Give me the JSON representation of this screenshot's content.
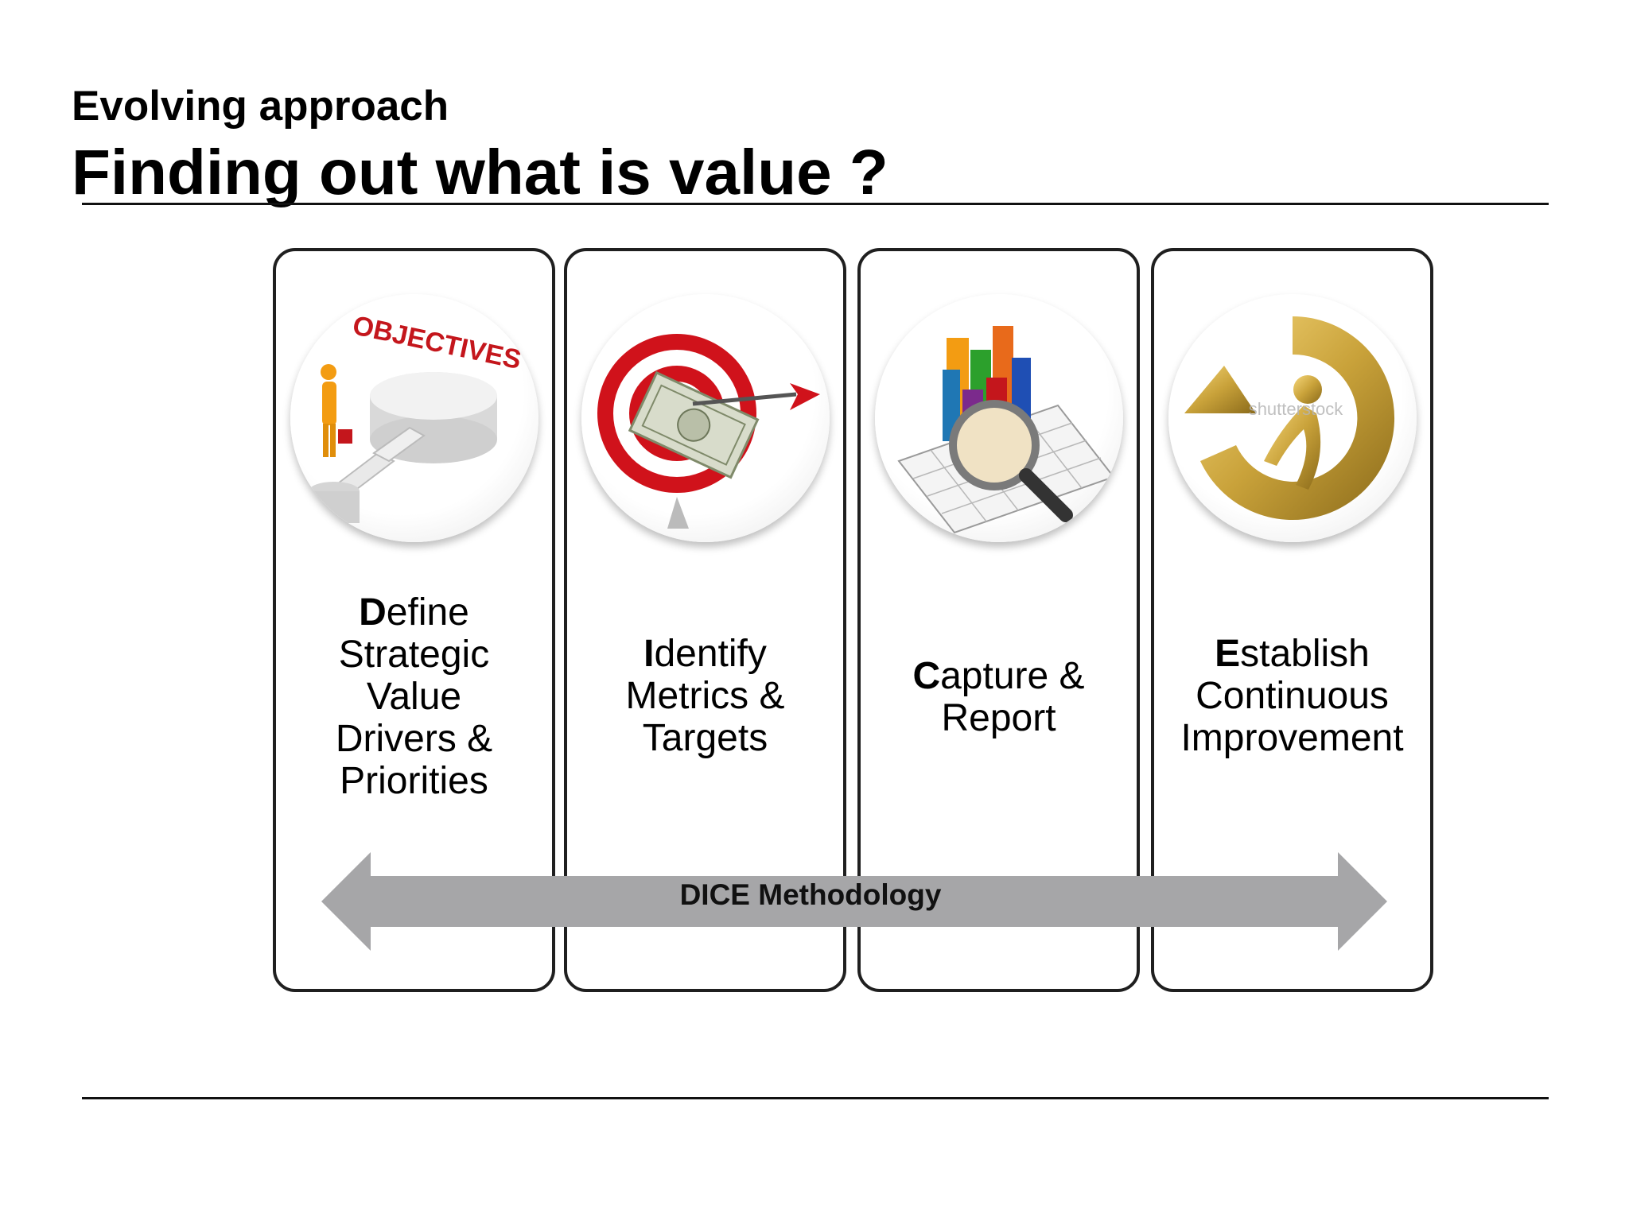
{
  "header": {
    "subtitle": "Evolving approach",
    "title": "Finding out what is value ?"
  },
  "steps": [
    {
      "initial": "D",
      "first_word_rest": "efine",
      "lines": [
        "Strategic",
        "Value",
        "Drivers &",
        "Priorities"
      ],
      "icon": "objectives-stairs-icon"
    },
    {
      "initial": "I",
      "first_word_rest": "dentify",
      "lines": [
        "Metrics &",
        "Targets"
      ],
      "icon": "target-dart-money-icon"
    },
    {
      "initial": "C",
      "first_word_rest": "apture &",
      "lines": [
        "Report"
      ],
      "icon": "chart-magnifier-icon"
    },
    {
      "initial": "E",
      "first_word_rest": "stablish",
      "lines": [
        "Continuous",
        "Improvement"
      ],
      "icon": "golden-cycle-arrow-icon"
    }
  ],
  "methodology": {
    "label": "DICE Methodology",
    "arrow_color": "#a6a6a8"
  },
  "watermark": "shutterstock",
  "colors": {
    "panel_border": "#1f1f1f",
    "target_red": "#d0121b",
    "gold": "#c9a23a"
  }
}
